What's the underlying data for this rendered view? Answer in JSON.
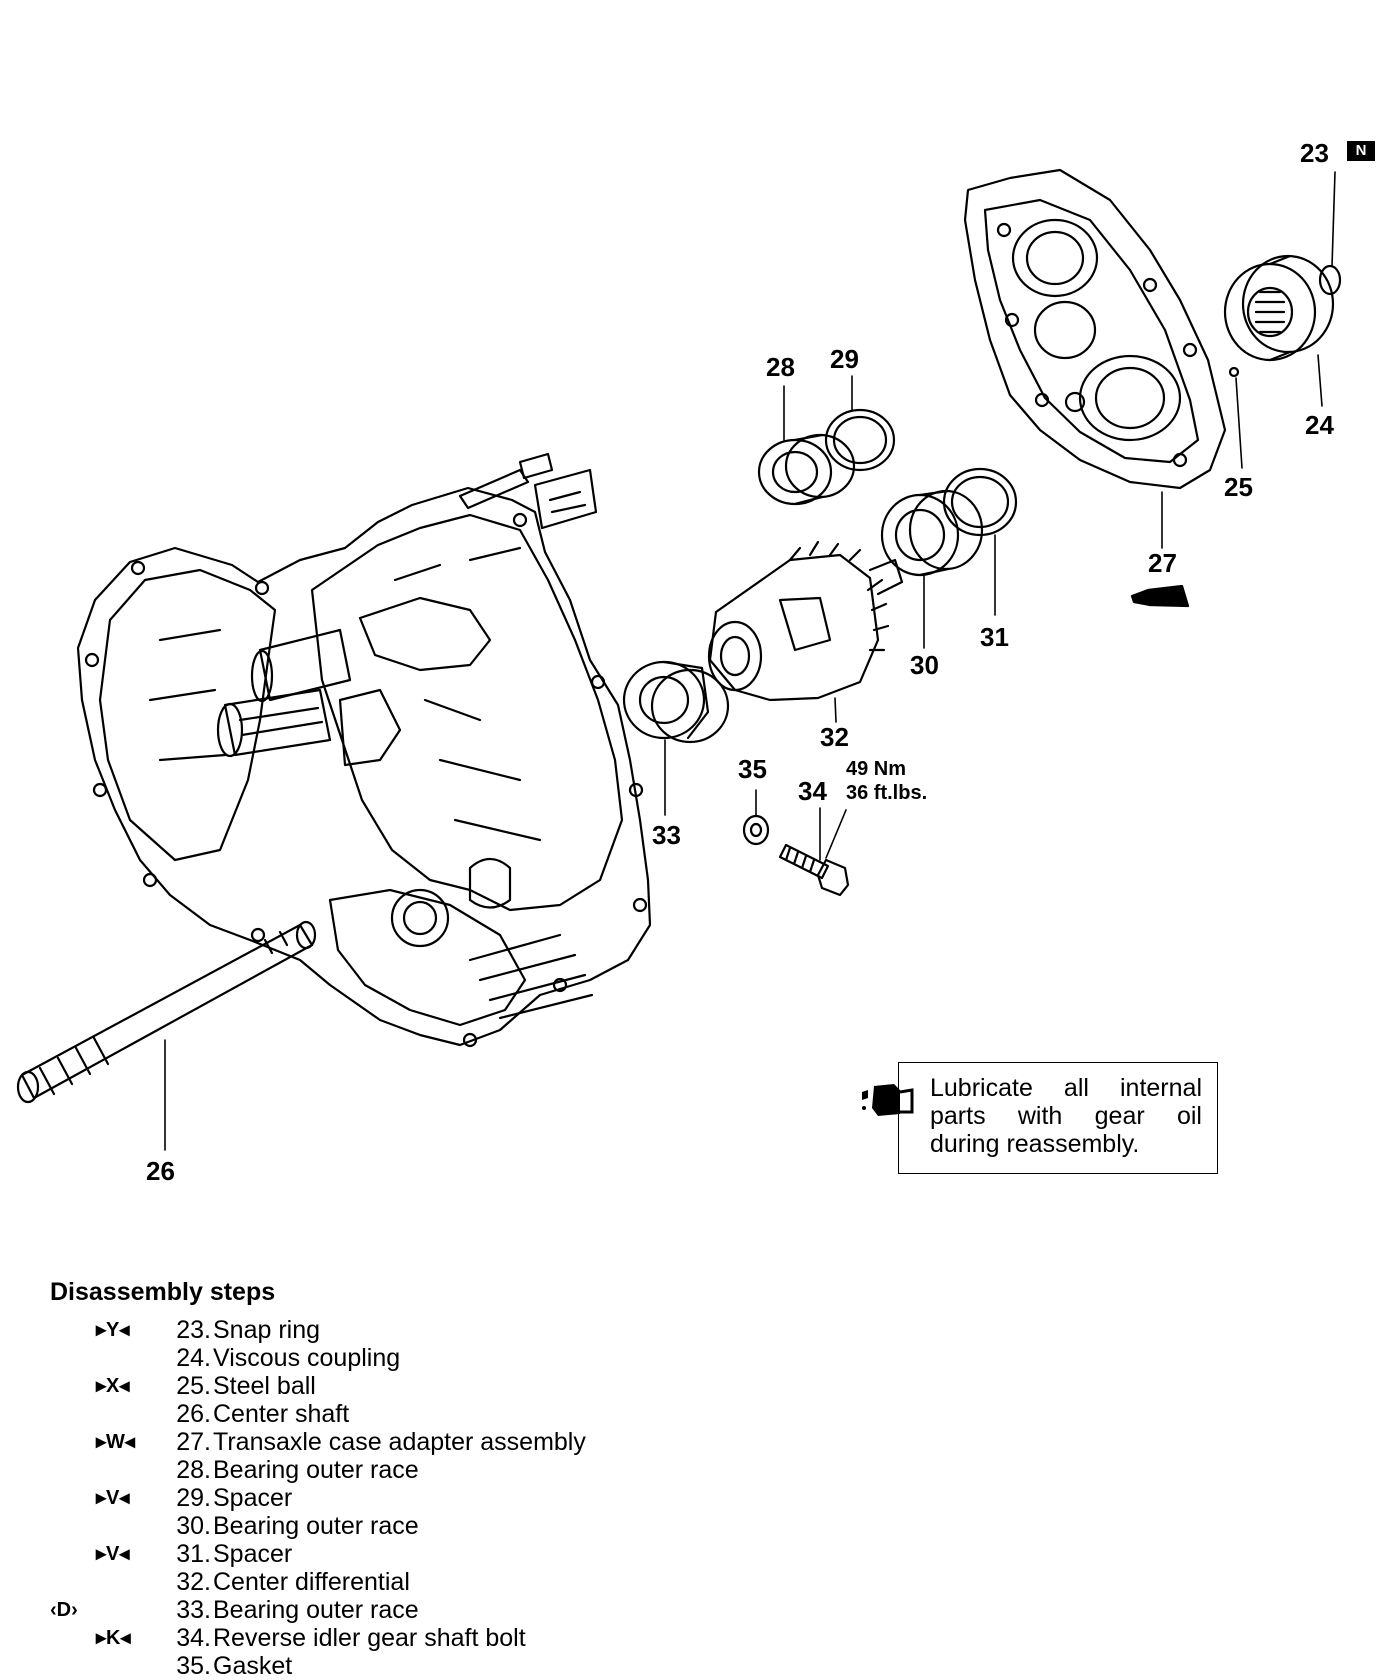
{
  "callouts": {
    "c23": "23",
    "c24": "24",
    "c25": "25",
    "c26": "26",
    "c27": "27",
    "c28": "28",
    "c29": "29",
    "c30": "30",
    "c31": "31",
    "c32": "32",
    "c33": "33",
    "c34": "34",
    "c35": "35"
  },
  "new_badge": "N",
  "torque": {
    "nm": "49 Nm",
    "ftlbs": "36 ft.lbs."
  },
  "lube_note": "Lubricate all internal parts with gear oil during reassembly.",
  "steps_title": "Disassembly steps",
  "steps": [
    {
      "mark": "▸Y◂",
      "num": "23.",
      "name": "Snap ring"
    },
    {
      "mark": "",
      "num": "24.",
      "name": "Viscous coupling"
    },
    {
      "mark": "▸X◂",
      "num": "25.",
      "name": "Steel ball"
    },
    {
      "mark": "",
      "num": "26.",
      "name": "Center shaft"
    },
    {
      "mark": "▸W◂",
      "num": "27.",
      "name": "Transaxle case adapter assembly"
    },
    {
      "mark": "",
      "num": "28.",
      "name": "Bearing outer race"
    },
    {
      "mark": "▸V◂",
      "num": "29.",
      "name": "Spacer"
    },
    {
      "mark": "",
      "num": "30.",
      "name": "Bearing outer race"
    },
    {
      "mark": "▸V◂",
      "num": "31.",
      "name": "Spacer"
    },
    {
      "mark": "",
      "num": "32.",
      "name": "Center differential"
    },
    {
      "mark": "‹D›",
      "num": "33.",
      "name": "Bearing outer race"
    },
    {
      "mark": "▸K◂",
      "num": "34.",
      "name": "Reverse idler gear shaft bolt"
    },
    {
      "mark": "",
      "num": "35.",
      "name": "Gasket"
    }
  ]
}
